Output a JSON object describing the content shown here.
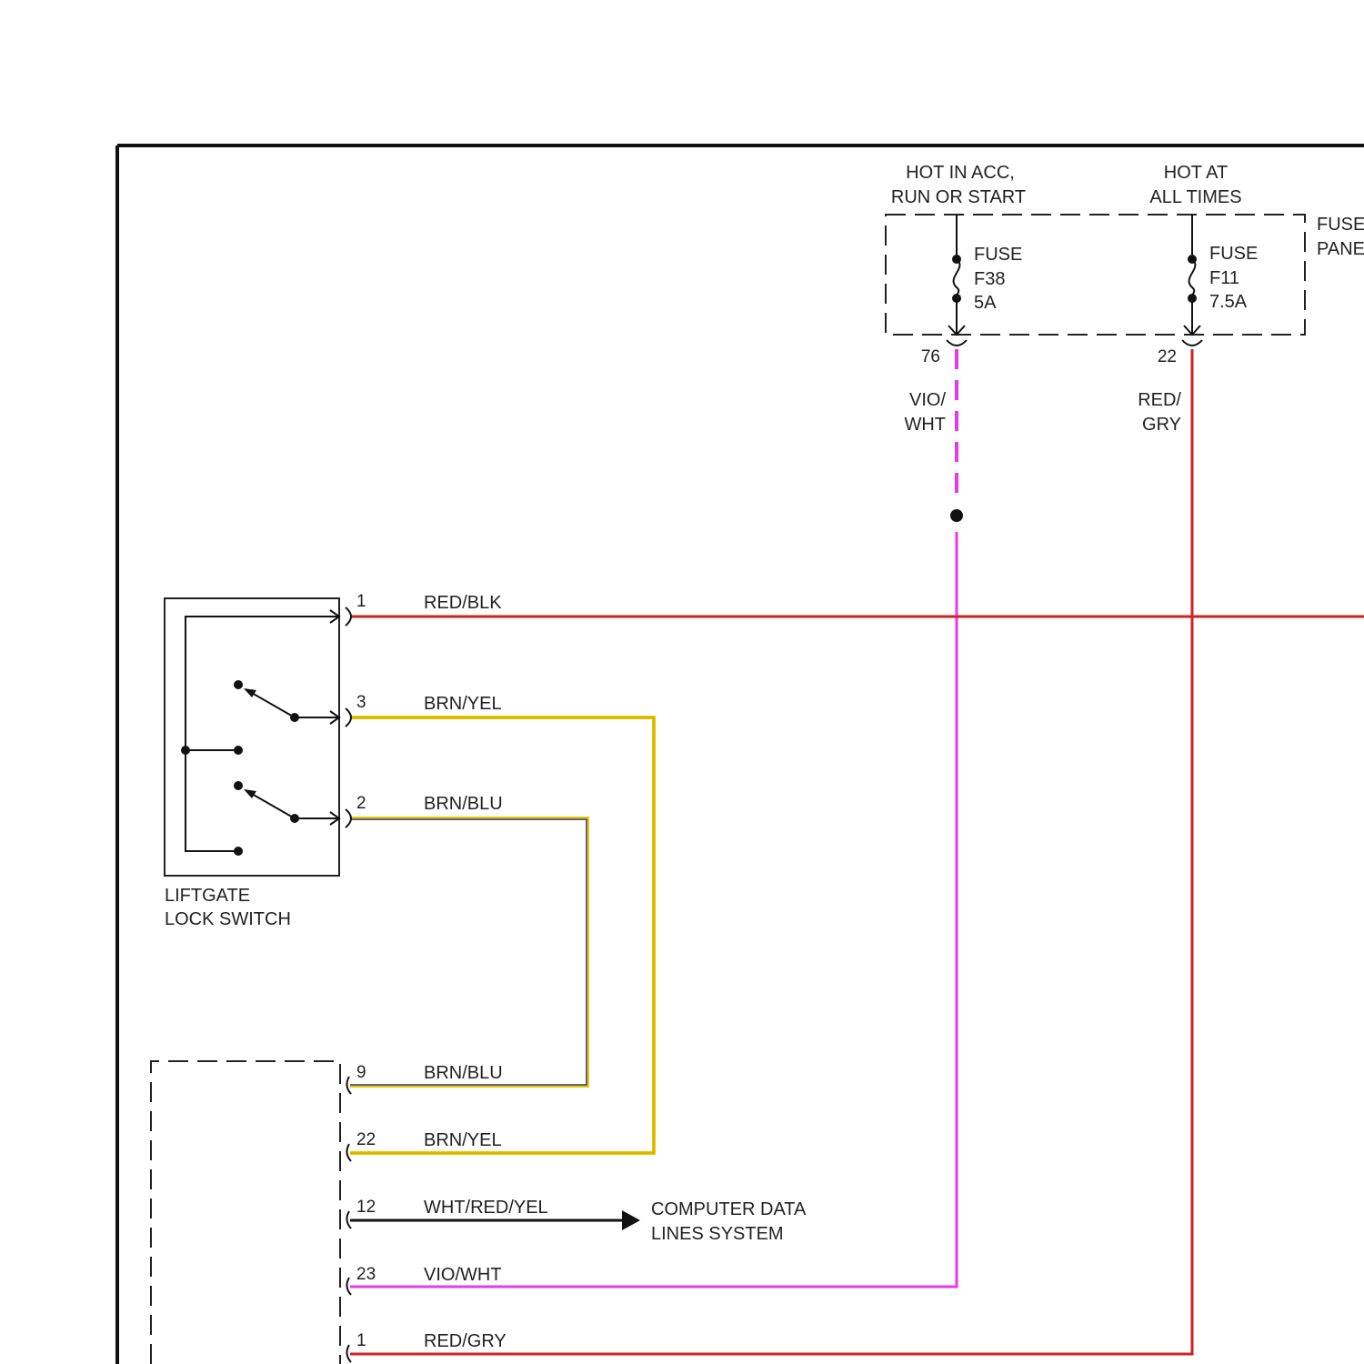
{
  "fuse_panel": {
    "label_line1": "FUSE",
    "label_line2": "PANEL",
    "hot_acc_line1": "HOT IN ACC,",
    "hot_acc_line2": "RUN OR START",
    "hot_all_line1": "HOT AT",
    "hot_all_line2": "ALL TIMES",
    "fuses": [
      {
        "line1": "FUSE",
        "line2": "F38",
        "rating": "5A",
        "pin": "76",
        "wire_line1": "VIO/",
        "wire_line2": "WHT"
      },
      {
        "line1": "FUSE",
        "line2": "F11",
        "rating": "7.5A",
        "pin": "22",
        "wire_line1": "RED/",
        "wire_line2": "GRY"
      }
    ]
  },
  "switch": {
    "label_line1": "LIFTGATE",
    "label_line2": "LOCK SWITCH",
    "pins": [
      {
        "pin": "1",
        "wire": "RED/BLK"
      },
      {
        "pin": "3",
        "wire": "BRN/YEL"
      },
      {
        "pin": "2",
        "wire": "BRN/BLU"
      }
    ]
  },
  "module": {
    "pins": [
      {
        "pin": "9",
        "wire": "BRN/BLU"
      },
      {
        "pin": "22",
        "wire": "BRN/YEL"
      },
      {
        "pin": "12",
        "wire": "WHT/RED/YEL"
      },
      {
        "pin": "23",
        "wire": "VIO/WHT"
      },
      {
        "pin": "1",
        "wire": "RED/GRY"
      }
    ],
    "data_target_line1": "COMPUTER DATA",
    "data_target_line2": "LINES SYSTEM"
  },
  "colors": {
    "red": "#cc2222",
    "yellow": "#e8c800",
    "blue": "#4040aa",
    "violet": "#e83ae8",
    "black": "#111111"
  }
}
